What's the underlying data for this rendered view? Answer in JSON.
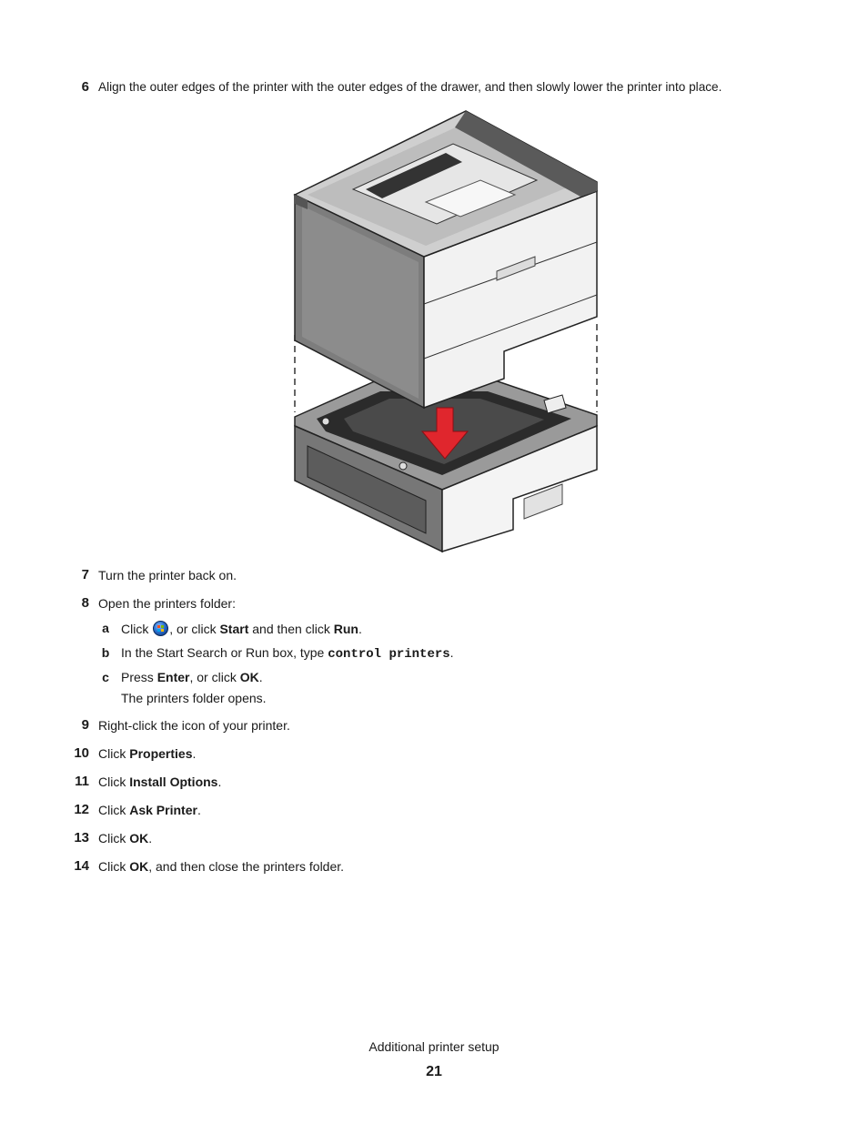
{
  "steps": {
    "s6": {
      "num": "6",
      "text": "Align the outer edges of the printer with the outer edges of the drawer, and then slowly lower the printer into place."
    },
    "s7": {
      "num": "7",
      "text": "Turn the printer back on."
    },
    "s8": {
      "num": "8",
      "text": "Open the printers folder:",
      "a": {
        "letter": "a",
        "pre": "Click ",
        "mid": ", or click ",
        "b1": "Start",
        "mid2": " and then click ",
        "b2": "Run",
        "post": "."
      },
      "b": {
        "letter": "b",
        "pre": "In the Start Search or Run box, type ",
        "code": "control printers",
        "post": "."
      },
      "c": {
        "letter": "c",
        "pre": "Press ",
        "b1": "Enter",
        "mid": ", or click ",
        "b2": "OK",
        "post": ".",
        "result": "The printers folder opens."
      }
    },
    "s9": {
      "num": "9",
      "text": "Right-click the icon of your printer."
    },
    "s10": {
      "num": "10",
      "pre": "Click ",
      "bold": "Properties",
      "post": "."
    },
    "s11": {
      "num": "11",
      "pre": "Click ",
      "bold": "Install Options",
      "post": "."
    },
    "s12": {
      "num": "12",
      "pre": "Click ",
      "bold": "Ask Printer",
      "post": "."
    },
    "s13": {
      "num": "13",
      "pre": "Click ",
      "bold": "OK",
      "post": "."
    },
    "s14": {
      "num": "14",
      "pre": "Click ",
      "bold": "OK",
      "post": ", and then close the printers folder."
    }
  },
  "icons": {
    "windows_start": "windows-start-orb-icon"
  },
  "footer": {
    "section": "Additional printer setup",
    "page": "21"
  },
  "colors": {
    "arrow": "#e0262d",
    "printer_dark": "#7d7d7d",
    "printer_light": "#f2f2f2"
  }
}
